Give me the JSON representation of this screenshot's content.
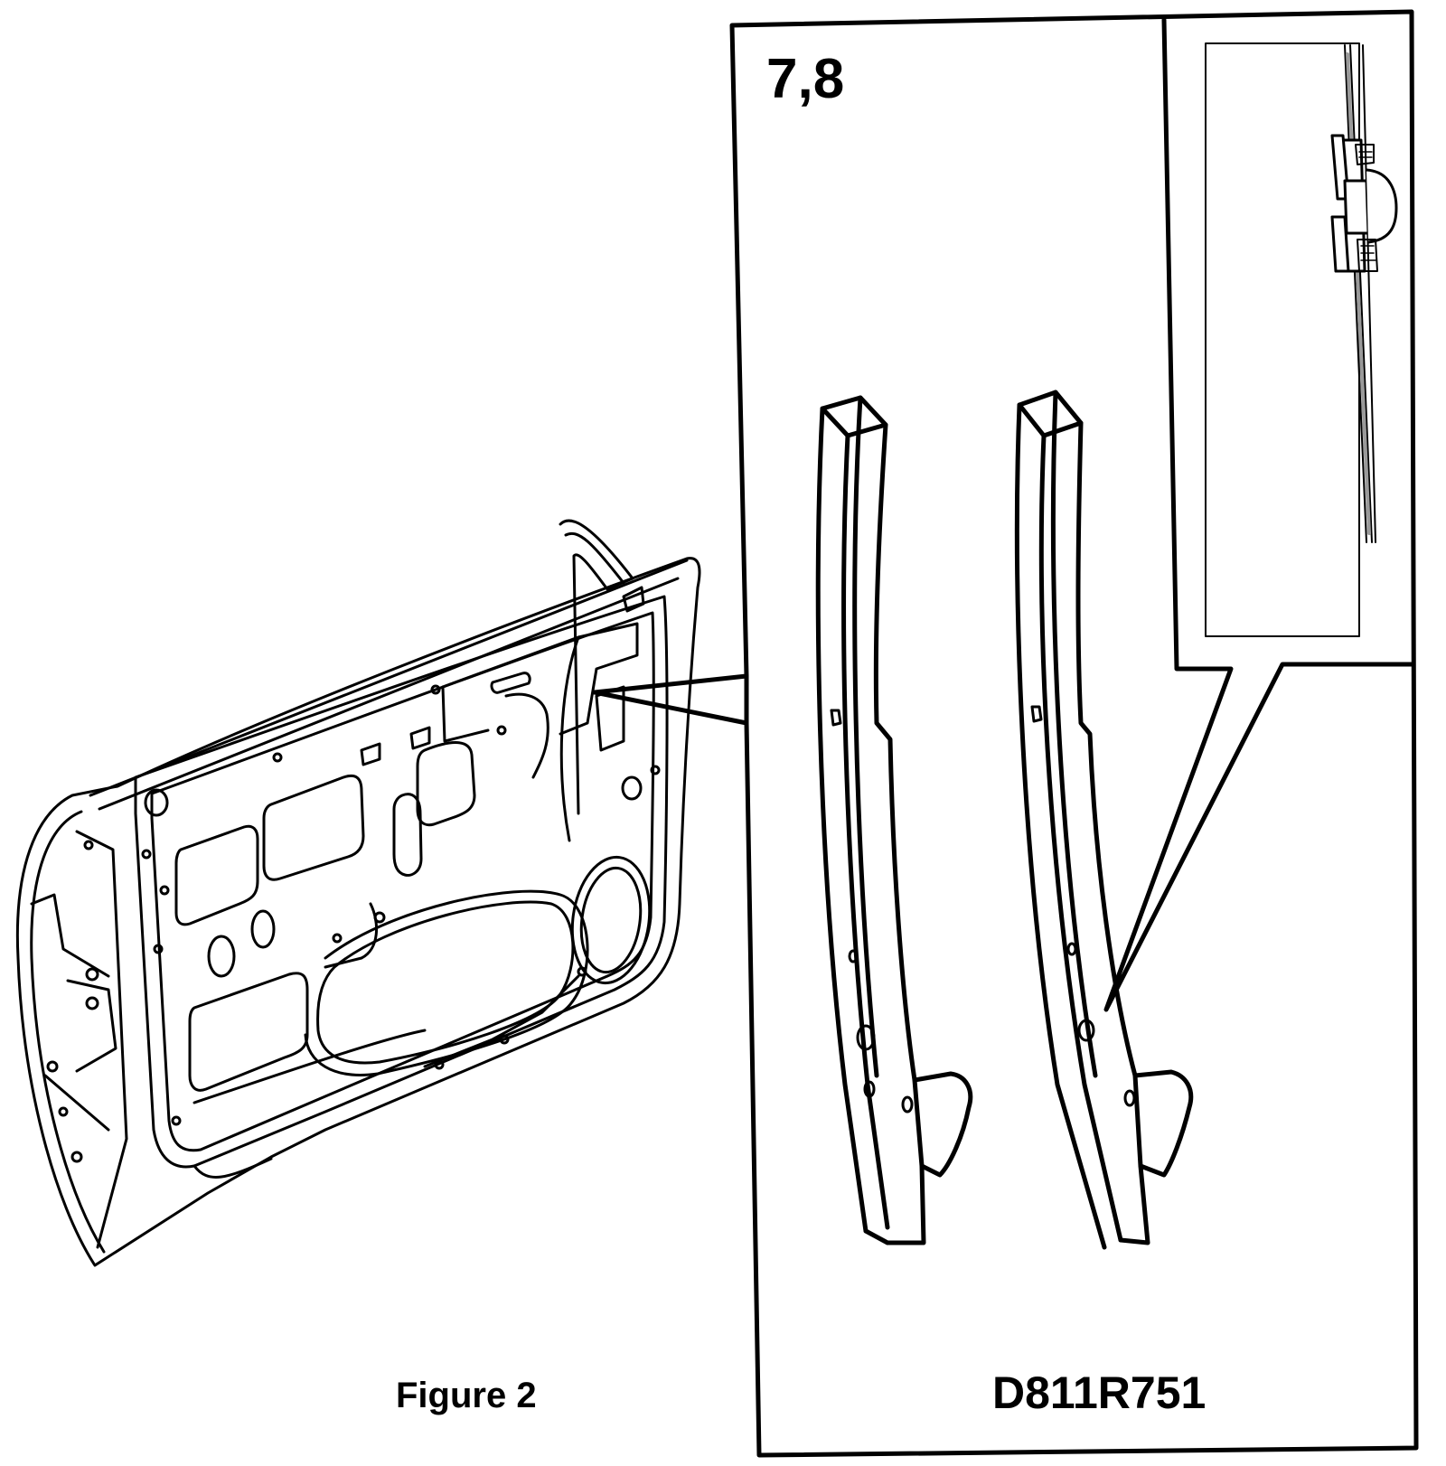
{
  "figure": {
    "caption": "Figure 2",
    "step_numbers": "7,8",
    "diagram_code": "D811R751"
  },
  "parts": [
    {
      "name": "door-inner-panel"
    },
    {
      "name": "window-guide-rail-left"
    },
    {
      "name": "window-guide-rail-right"
    },
    {
      "name": "glass-clip-detail-inset"
    }
  ],
  "colors": {
    "line": "#000000",
    "background": "#ffffff",
    "glass": "#9a9a9a"
  }
}
